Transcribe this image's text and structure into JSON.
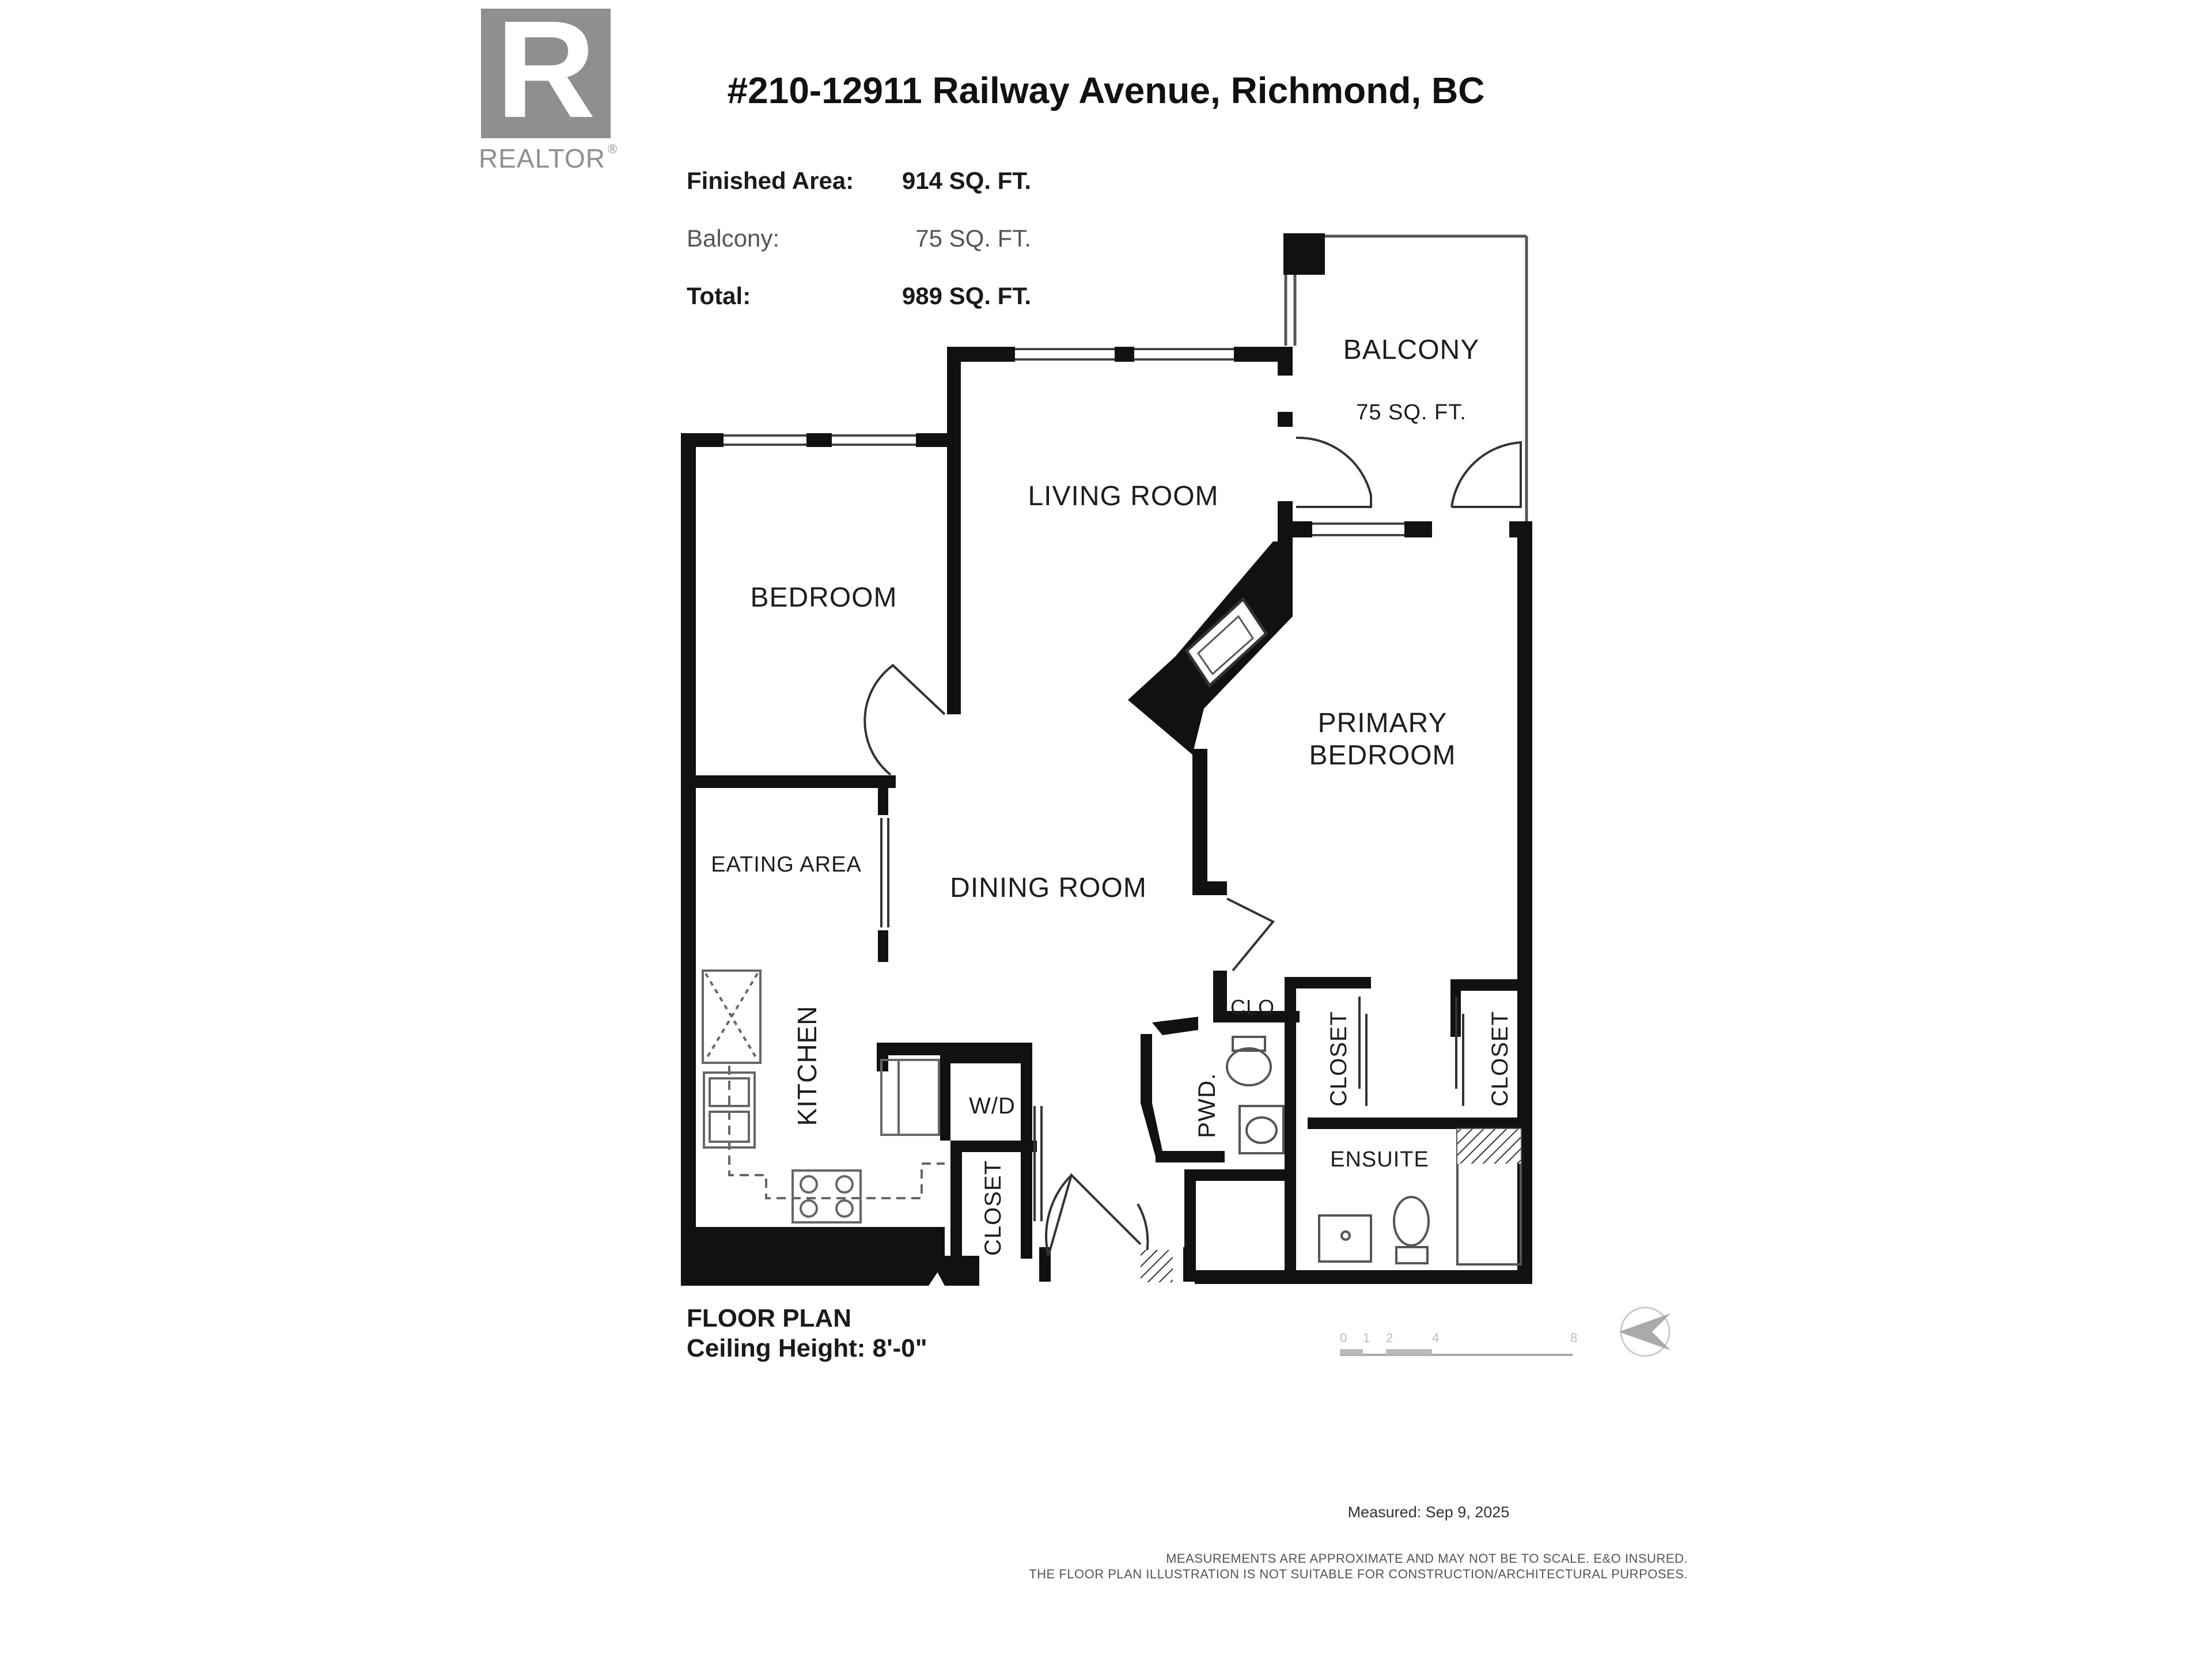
{
  "logo": {
    "letter": "R",
    "wordmark": "REALTOR",
    "registered": "®"
  },
  "header": {
    "address": "#210-12911 Railway Avenue, Richmond, BC",
    "areas": [
      {
        "label": "Finished Area:",
        "value": "914 SQ. FT."
      },
      {
        "label": "Balcony:",
        "value": "75 SQ. FT."
      },
      {
        "label": "Total:",
        "value": "989 SQ. FT."
      }
    ]
  },
  "rooms": {
    "balcony": "BALCONY",
    "balcony_area": "75 SQ. FT.",
    "living_room": "LIVING ROOM",
    "bedroom": "BEDROOM",
    "primary_bedroom_line1": "PRIMARY",
    "primary_bedroom_line2": "BEDROOM",
    "eating_area": "EATING AREA",
    "dining_room": "DINING ROOM",
    "kitchen": "KITCHEN",
    "wd": "W/D",
    "closet_hall": "CLOSET",
    "pwd": "PWD.",
    "clo": "CLO.",
    "closet_left": "CLOSET",
    "closet_right": "CLOSET",
    "ensuite": "ENSUITE"
  },
  "footer": {
    "plan_title": "FLOOR PLAN",
    "ceiling": "Ceiling Height: 8'-0\"",
    "scale_ticks": [
      "0",
      "1",
      "2",
      "4",
      "8"
    ],
    "measured": "Measured: Sep 9, 2025",
    "disclaimer_line1": "MEASUREMENTS ARE APPROXIMATE AND MAY NOT BE TO SCALE. E&O INSURED.",
    "disclaimer_line2": "THE FLOOR PLAN ILLUSTRATION IS NOT SUITABLE FOR CONSTRUCTION/ARCHITECTURAL PURPOSES."
  },
  "colors": {
    "wall": "#111111",
    "logo": "#8f8f8f",
    "fixture": "#555555"
  }
}
